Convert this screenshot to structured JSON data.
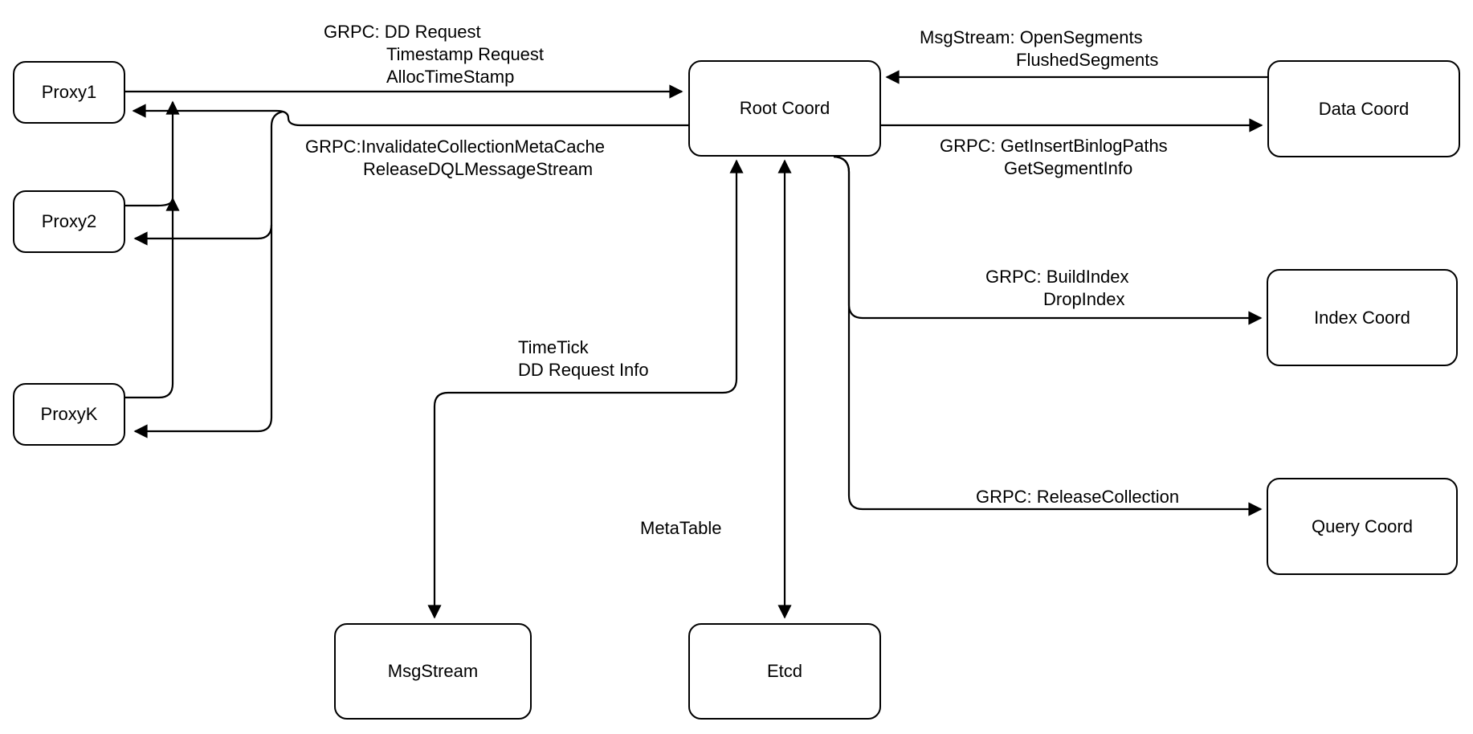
{
  "colors": {
    "background": "#ffffff",
    "stroke": "#000000",
    "node_fill": "#ffffff",
    "text": "#000000"
  },
  "nodes": {
    "proxy1": {
      "label": "Proxy1"
    },
    "proxy2": {
      "label": "Proxy2"
    },
    "proxyk": {
      "label": "ProxyK"
    },
    "root": {
      "label": "Root Coord"
    },
    "data": {
      "label": "Data Coord"
    },
    "index": {
      "label": "Index Coord"
    },
    "query": {
      "label": "Query Coord"
    },
    "msgstream": {
      "label": "MsgStream"
    },
    "etcd": {
      "label": "Etcd"
    }
  },
  "edge_labels": {
    "proxy_to_root": {
      "lines": [
        "GRPC: DD Request",
        "Timestamp Request",
        "AllocTimeStamp"
      ]
    },
    "root_to_proxy": {
      "lines": [
        "GRPC:InvalidateCollectionMetaCache",
        "ReleaseDQLMessageStream"
      ]
    },
    "data_to_root": {
      "lines": [
        "MsgStream: OpenSegments",
        "FlushedSegments"
      ]
    },
    "root_to_data": {
      "lines": [
        "GRPC: GetInsertBinlogPaths",
        "GetSegmentInfo"
      ]
    },
    "root_to_index": {
      "lines": [
        "GRPC: BuildIndex",
        "DropIndex"
      ]
    },
    "root_to_query": {
      "lines": [
        "GRPC: ReleaseCollection"
      ]
    },
    "root_to_msgstream": {
      "lines": [
        "TimeTick",
        "DD Request Info"
      ]
    },
    "root_to_etcd": {
      "lines": [
        "MetaTable"
      ]
    }
  }
}
